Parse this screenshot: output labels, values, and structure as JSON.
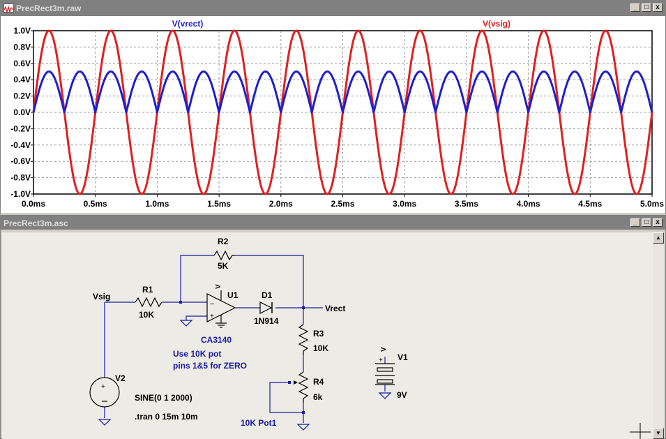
{
  "plot_window": {
    "title": "PrecRect3m.raw",
    "buttons": [
      "_",
      "□",
      "x"
    ]
  },
  "schematic_window": {
    "title": "PrecRect3m.asc",
    "buttons": [
      "_",
      "□",
      "x"
    ]
  },
  "chart_data": {
    "type": "line",
    "xlabel": "",
    "ylabel": "",
    "xlim": [
      0,
      5
    ],
    "ylim": [
      -1,
      1
    ],
    "x_ticks": [
      "0.0ms",
      "0.5ms",
      "1.0ms",
      "1.5ms",
      "2.0ms",
      "2.5ms",
      "3.0ms",
      "3.5ms",
      "4.0ms",
      "4.5ms",
      "5.0ms"
    ],
    "y_ticks": [
      "1.0V",
      "0.8V",
      "0.6V",
      "0.4V",
      "0.2V",
      "0.0V",
      "-0.2V",
      "-0.4V",
      "-0.6V",
      "-0.8V",
      "-1.0V"
    ],
    "grid": true,
    "series": [
      {
        "name": "V(vrect)",
        "color": "#1f1fcc",
        "frequency_hz": 2000,
        "amplitude": 0.5,
        "form": "full-wave rectified sine",
        "x": [
          0,
          0.125,
          0.25,
          0.375,
          0.5,
          0.625,
          0.75,
          0.875,
          1.0,
          1.125,
          1.25,
          1.375,
          1.5,
          1.625,
          1.75,
          1.875,
          2.0,
          2.125,
          2.25,
          2.375,
          2.5,
          2.625,
          2.75,
          2.875,
          3.0,
          3.125,
          3.25,
          3.375,
          3.5,
          3.625,
          3.75,
          3.875,
          4.0,
          4.125,
          4.25,
          4.375,
          4.5,
          4.625,
          4.75,
          4.875,
          5.0
        ],
        "y": [
          0,
          0.5,
          0,
          0.5,
          0,
          0.5,
          0,
          0.5,
          0,
          0.5,
          0,
          0.5,
          0,
          0.5,
          0,
          0.5,
          0,
          0.5,
          0,
          0.5,
          0,
          0.5,
          0,
          0.5,
          0,
          0.5,
          0,
          0.5,
          0,
          0.5,
          0,
          0.5,
          0,
          0.5,
          0,
          0.5,
          0,
          0.5,
          0,
          0.5,
          0
        ]
      },
      {
        "name": "V(vsig)",
        "color": "#e02020",
        "frequency_hz": 2000,
        "amplitude": 1.0,
        "form": "sine",
        "x": [
          0,
          0.125,
          0.25,
          0.375,
          0.5,
          0.625,
          0.75,
          0.875,
          1.0,
          1.125,
          1.25,
          1.375,
          1.5,
          1.625,
          1.75,
          1.875,
          2.0,
          2.125,
          2.25,
          2.375,
          2.5,
          2.625,
          2.75,
          2.875,
          3.0,
          3.125,
          3.25,
          3.375,
          3.5,
          3.625,
          3.75,
          3.875,
          4.0,
          4.125,
          4.25,
          4.375,
          4.5,
          4.625,
          4.75,
          4.875,
          5.0
        ],
        "y": [
          0,
          1,
          0,
          -1,
          0,
          1,
          0,
          -1,
          0,
          1,
          0,
          -1,
          0,
          1,
          0,
          -1,
          0,
          1,
          0,
          -1,
          0,
          1,
          0,
          -1,
          0,
          1,
          0,
          -1,
          0,
          1,
          0,
          -1,
          0,
          1,
          0,
          -1,
          0,
          1,
          0,
          -1,
          0
        ]
      }
    ]
  },
  "schematic": {
    "nets": {
      "vsig": "Vsig",
      "vrect": "Vrect"
    },
    "r1": {
      "name": "R1",
      "value": "10K"
    },
    "r2": {
      "name": "R2",
      "value": "5K"
    },
    "r3": {
      "name": "R3",
      "value": "10K"
    },
    "r4": {
      "name": "R4",
      "value": "6k"
    },
    "u1": {
      "name": "U1",
      "model": "CA3140"
    },
    "d1": {
      "name": "D1",
      "model": "1N914"
    },
    "v1": {
      "name": "V1",
      "value": "9V"
    },
    "v2": {
      "name": "V2",
      "value": "SINE(0 1 2000)"
    },
    "tran": ".tran 0 15m 10m",
    "pot_label": "10K Pot1",
    "note_line1": "Use 10K pot",
    "note_line2": "pins 1&5 for ZERO",
    "supply_label": "V",
    "plus": "+"
  }
}
